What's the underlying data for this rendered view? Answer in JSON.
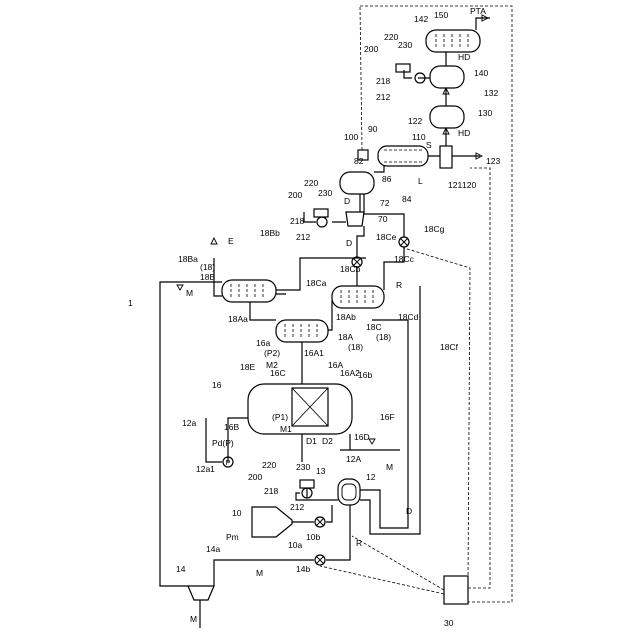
{
  "labels": {
    "system": "1",
    "raw_feeder": "14",
    "raw_M_in": "M",
    "line_14a": "14a",
    "line_14b": "14b",
    "raw_M_mid": "M",
    "hopper": "10",
    "Pm": "Pm",
    "line_10a": "10a",
    "line_10b": "10b",
    "R_bottom": "R",
    "D_bottom": "D",
    "pump_200_left": "200",
    "n218_left": "218",
    "n220_left": "220",
    "n230_left": "230",
    "n212_left": "212",
    "n13": "13",
    "n12": "12",
    "n12A": "12A",
    "M_up": "M",
    "line_12a": "12a",
    "line_12a1": "12a1",
    "Pd": "Pd(P)",
    "reactor": "16",
    "n16B": "16B",
    "P1": "(P1)",
    "M1": "M1",
    "D1": "D1",
    "D2": "D2",
    "n16D": "16D",
    "n16F": "16F",
    "n16A": "16A",
    "n16A1": "16A1",
    "n16A2": "16A2",
    "n16b": "16b",
    "n16C": "16C",
    "n18E": "18E",
    "n16a": "16a",
    "P2": "(P2)",
    "M2": "M2",
    "n18A": "18A",
    "n18_a": "(18)",
    "n18Ab": "18Ab",
    "n18Aa": "18Aa",
    "n18C": "18C",
    "n18_c": "(18)",
    "n18Cd": "18Cd",
    "n18Cf": "18Cf",
    "n18B": "18B",
    "n18_b": "(18)",
    "n18Ba": "18Ba",
    "M_top": "M",
    "n18Bb": "18Bb",
    "E": "E",
    "n18Ca": "18Ca",
    "n18Cb": "18Cb",
    "n18Cc": "18Cc",
    "n18Ce": "18Ce",
    "n18Cg": "18Cg",
    "R_mid": "R",
    "D_mid": "D",
    "n70": "70",
    "n72": "72",
    "n82": "82",
    "D_upper": "D",
    "pump_200_mid": "200",
    "n218_mid": "218",
    "n220_mid": "220",
    "n230_mid": "230",
    "n212_mid": "212",
    "n84": "84",
    "n86": "86",
    "L": "L",
    "n90": "90",
    "n100": "100",
    "n110": "110",
    "n122": "122",
    "n121": "121",
    "n120": "120",
    "n123": "123",
    "S": "S",
    "n130": "130",
    "HD_1": "HD",
    "n132": "132",
    "n140": "140",
    "HD_2": "HD",
    "pump_200_right": "200",
    "n218_right": "218",
    "n220_right": "220",
    "n230_right": "230",
    "n212_right": "212",
    "n142": "142",
    "n150": "150",
    "PTA": "PTA",
    "controller": "30"
  }
}
